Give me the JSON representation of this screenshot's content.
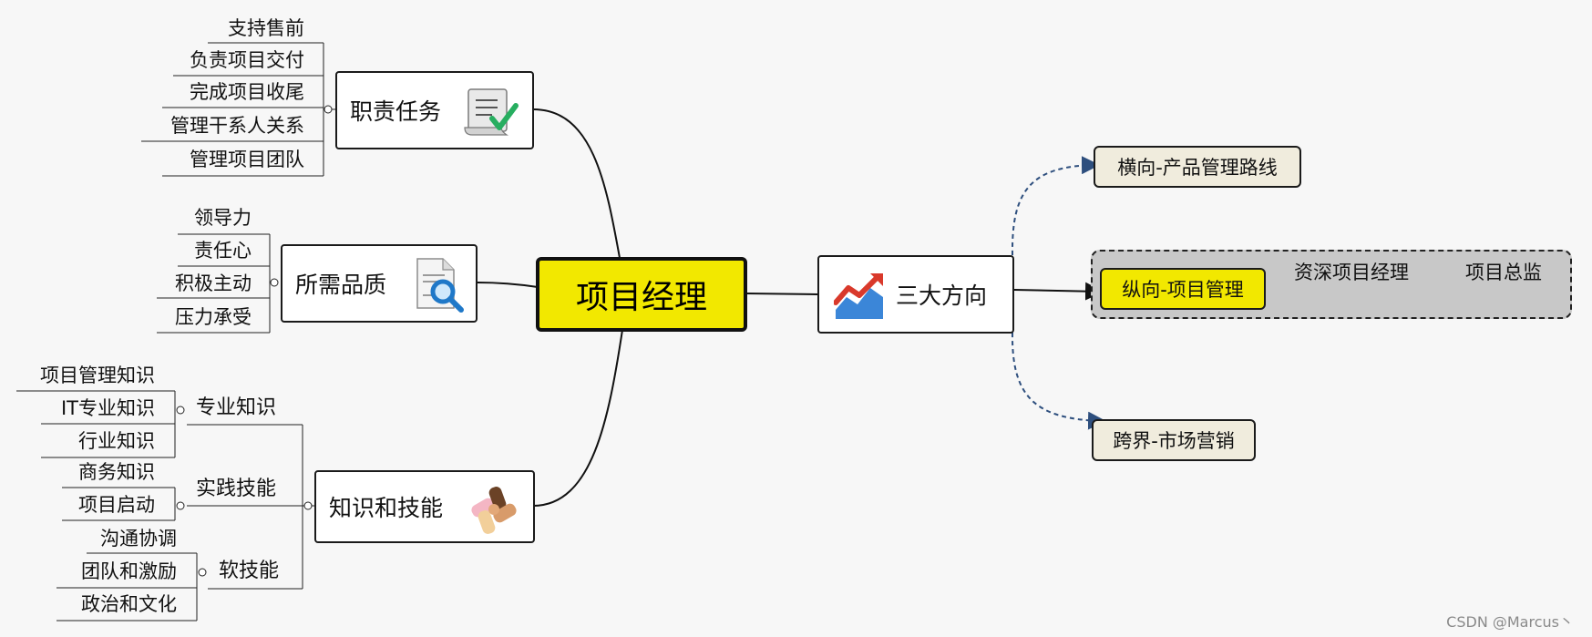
{
  "center": {
    "title": "项目经理",
    "fill": "#f2e800"
  },
  "branches": {
    "duties": {
      "title": "职责任务",
      "icon": "checklist-icon",
      "items": [
        "支持售前",
        "负责项目交付",
        "完成项目收尾",
        "管理干系人关系",
        "管理项目团队"
      ]
    },
    "qualities": {
      "title": "所需品质",
      "icon": "document-search-icon",
      "items": [
        "领导力",
        "责任心",
        "积极主动",
        "压力承受"
      ]
    },
    "skills": {
      "title": "知识和技能",
      "icon": "teamwork-hands-icon",
      "groups": [
        {
          "title": "专业知识",
          "items": [
            "项目管理知识",
            "IT专业知识",
            "行业知识"
          ]
        },
        {
          "title": "实践技能",
          "items": [
            "商务知识",
            "项目启动"
          ]
        },
        {
          "title": "软技能",
          "items": [
            "沟通协调",
            "团队和激励",
            "政治和文化"
          ]
        }
      ]
    },
    "directions": {
      "title": "三大方向",
      "icon": "growth-chart-icon",
      "horizontal": "横向-产品管理路线",
      "vertical": {
        "label": "纵向-项目管理",
        "steps": [
          "资深项目经理",
          "项目总监"
        ]
      },
      "cross": "跨界-市场营销"
    }
  },
  "watermark": "CSDN @Marcus丶",
  "colors": {
    "center_fill": "#f2e800",
    "direction_box_fill": "#f0ecdd",
    "vertical_group_fill": "#c8c8c8",
    "dashed_connector": "#2e4f7e"
  }
}
